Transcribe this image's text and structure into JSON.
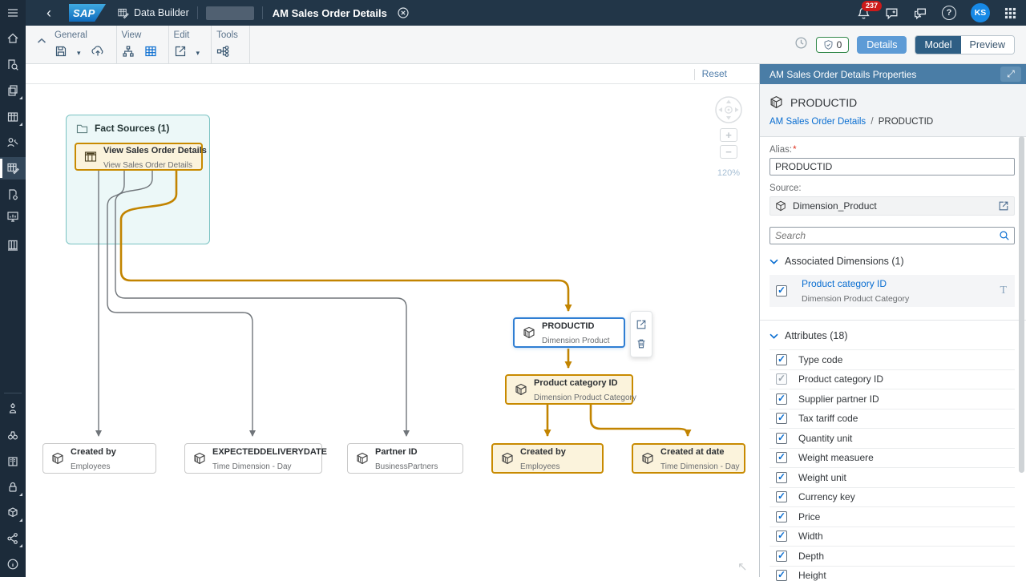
{
  "topbar": {
    "logo": "SAP",
    "app": "Data Builder",
    "title": "AM Sales Order Details",
    "notification_count": "237",
    "avatar_initials": "KS"
  },
  "toolbar": {
    "general": "General",
    "view": "View",
    "edit": "Edit",
    "tools": "Tools"
  },
  "actions": {
    "validation_count": "0",
    "details": "Details",
    "model": "Model",
    "preview": "Preview"
  },
  "canvas": {
    "reset": "Reset",
    "zoom_level": "120%",
    "fact_group_title": "Fact Sources (1)",
    "nodes": {
      "fact": {
        "title": "View Sales Order Details",
        "subtitle": "View Sales Order Details"
      },
      "productid": {
        "title": "PRODUCTID",
        "subtitle": "Dimension Product"
      },
      "product_category": {
        "title": "Product category ID",
        "subtitle": "Dimension Product Category"
      },
      "created_by": {
        "title": "Created by",
        "subtitle": "Employees"
      },
      "expected_delivery": {
        "title": "EXPECTEDDELIVERYDATE",
        "subtitle": "Time Dimension - Day"
      },
      "partner": {
        "title": "Partner ID",
        "subtitle": "BusinessPartners"
      },
      "created_by_2": {
        "title": "Created by",
        "subtitle": "Employees"
      },
      "created_at": {
        "title": "Created at date",
        "subtitle": "Time Dimension - Day"
      }
    }
  },
  "panel": {
    "header": "AM Sales Order Details Properties",
    "object_name": "PRODUCTID",
    "breadcrumb": {
      "parent": "AM Sales Order Details",
      "separator": "/",
      "current": "PRODUCTID"
    },
    "alias": {
      "label": "Alias:",
      "required_marker": "*",
      "value": "PRODUCTID"
    },
    "source": {
      "label": "Source:",
      "value": "Dimension_Product"
    },
    "search": {
      "placeholder": "Search"
    },
    "associated_dimensions": {
      "title": "Associated Dimensions (1)",
      "item": {
        "title": "Product category ID",
        "subtitle": "Dimension Product Category"
      }
    },
    "attributes": {
      "title": "Attributes (18)",
      "items": [
        "Type code",
        "Product category ID",
        "Supplier partner ID",
        "Tax tariff code",
        "Quantity unit",
        "Weight measuere",
        "Weight unit",
        "Currency key",
        "Price",
        "Width",
        "Depth",
        "Height"
      ]
    }
  },
  "sidebar": {
    "icons": [
      "menu",
      "home",
      "search-repository",
      "copy",
      "tables",
      "business-builder",
      "data-builder",
      "file-settings",
      "monitor-chart",
      "repository",
      "assistant",
      "explore",
      "documentation",
      "security",
      "packages",
      "sharing",
      "info"
    ]
  },
  "colors": {
    "accent_blue": "#0a6ed1",
    "gold": "#c28400",
    "teal_border": "#79c2c2",
    "panel_header": "#4a7da6",
    "badge_green": "#358a4d",
    "alert_red": "#cc1a1a"
  }
}
